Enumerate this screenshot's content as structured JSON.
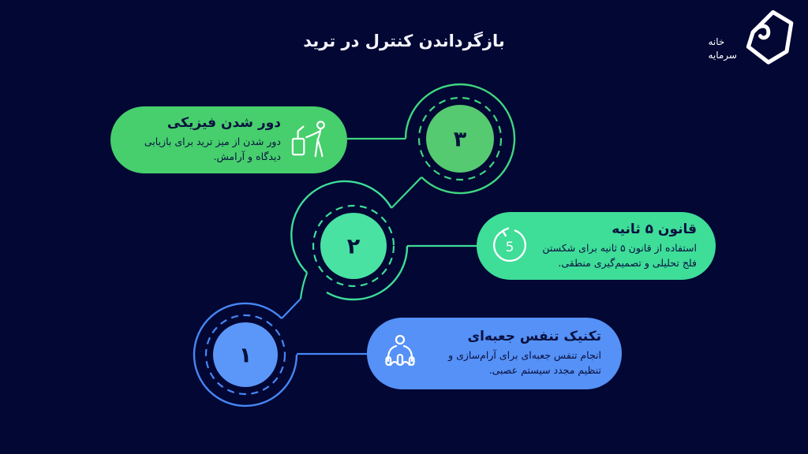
{
  "page": {
    "title": "بازگرداندن کنترل در ترید"
  },
  "brand": {
    "name": "خانه سرمایه",
    "line1": "خانه",
    "line2": "سرمایه"
  },
  "steps": [
    {
      "number": "۳",
      "title": "دور شدن فیزیکی",
      "description": "دور شدن از میز ترید برای بازیابی دیدگاه و آرامش.",
      "icon": "walking-from-desk-icon",
      "card_color": "#46cf6c",
      "node_fill": "#55ca70",
      "ring_color": "#3fd67e"
    },
    {
      "number": "۲",
      "title": "قانون ۵ ثانیه",
      "description": "استفاده از قانون ۵ ثانیه برای شکستن فلج تحلیلی و تصمیم‌گیری منطقی.",
      "icon": "five-second-timer-icon",
      "icon_label": "5",
      "card_color": "#3edd98",
      "node_fill": "#49e2a2",
      "ring_color": "#3ddc97"
    },
    {
      "number": "۱",
      "title": "تکنیک تنفس جعبه‌ای",
      "description": "انجام تنفس جعبه‌ای برای آرام‌سازی و تنظیم مجدد سیستم عصبی.",
      "icon": "meditation-icon",
      "card_color": "#5591f6",
      "node_fill": "#5b97f8",
      "ring_color": "#4687f5"
    }
  ],
  "colors": {
    "background": "#030734",
    "title_text": "#f4f6ff",
    "card_text": "#0b1140",
    "icon_stroke": "#ffffff"
  }
}
